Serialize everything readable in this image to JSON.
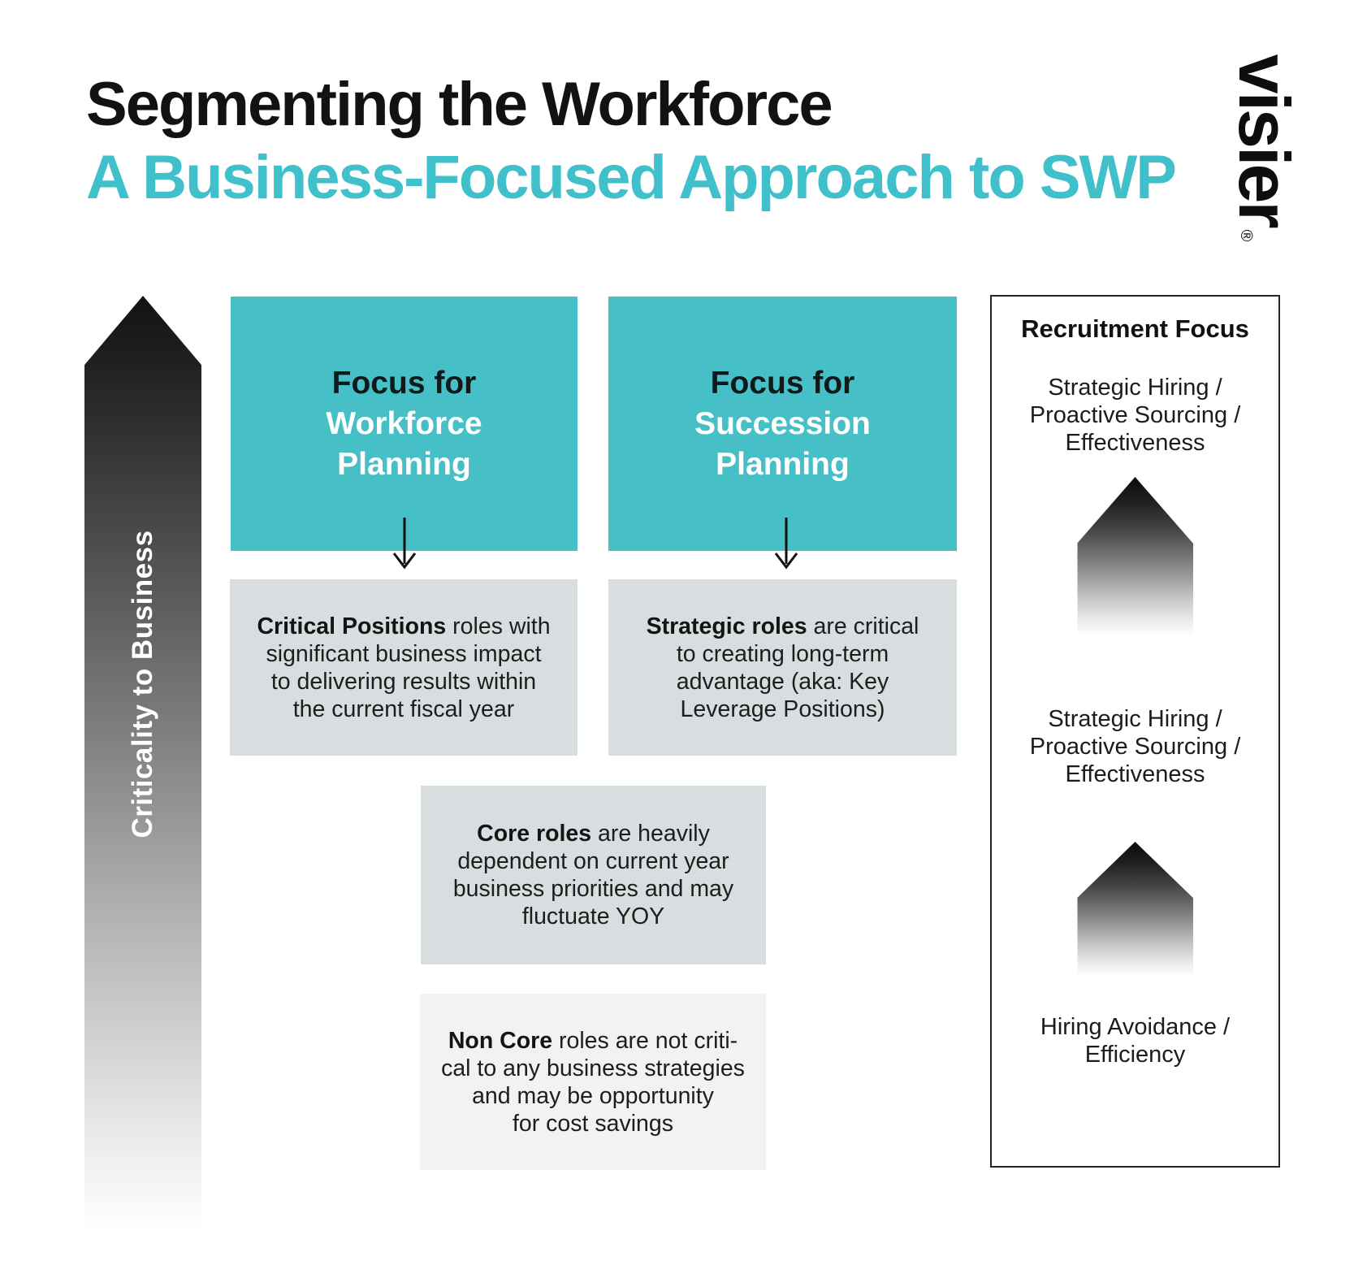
{
  "header": {
    "title": "Segmenting the Workforce",
    "subtitle": "A Business-Focused Approach to SWP",
    "logo_text": "visier",
    "logo_mark": "®"
  },
  "colors": {
    "accent_teal_subtitle": "#3FC0CB",
    "box_teal": "#47BFC7",
    "gray_box": "#D8DEDF",
    "light_gray_box": "#F2F2F2",
    "arrow_gradient_dark": "#121212",
    "arrow_gradient_light": "#FFFFFF"
  },
  "axis": {
    "label": "Criticality to Business"
  },
  "columns": [
    {
      "focus": {
        "prefix": "Focus for",
        "lines": [
          "Workforce",
          "Planning"
        ]
      },
      "desc": {
        "line1_bold": "Critical Positions",
        "line1_rest": " roles with",
        "lines": [
          "significant business impact",
          "to delivering results within",
          "the current fiscal year"
        ]
      }
    },
    {
      "focus": {
        "prefix": "Focus for",
        "lines": [
          "Succession",
          "Planning"
        ]
      },
      "desc": {
        "line1_bold": "Strategic roles",
        "line1_rest": " are critical",
        "lines": [
          "to creating long-term",
          "advantage (aka: Key",
          "Leverage Positions)"
        ]
      }
    }
  ],
  "middle_boxes": [
    {
      "line1_bold": "Core roles",
      "line1_rest": " are heavily",
      "lines": [
        "dependent on current year",
        "business priorities and may",
        "fluctuate YOY"
      ]
    },
    {
      "line1_bold": "Non Core",
      "line1_rest": " roles are not criti-",
      "lines": [
        "cal to any business strategies",
        "and may be opportunity",
        "for cost savings"
      ]
    }
  ],
  "recruitment_panel": {
    "title": "Recruitment Focus",
    "levels": [
      {
        "lines": [
          "Strategic Hiring /",
          "Proactive Sourcing /",
          "Effectiveness"
        ]
      },
      {
        "lines": [
          "Strategic Hiring /",
          "Proactive Sourcing /",
          "Effectiveness"
        ]
      },
      {
        "lines": [
          "Hiring Avoidance /",
          "Efficiency"
        ]
      }
    ]
  }
}
